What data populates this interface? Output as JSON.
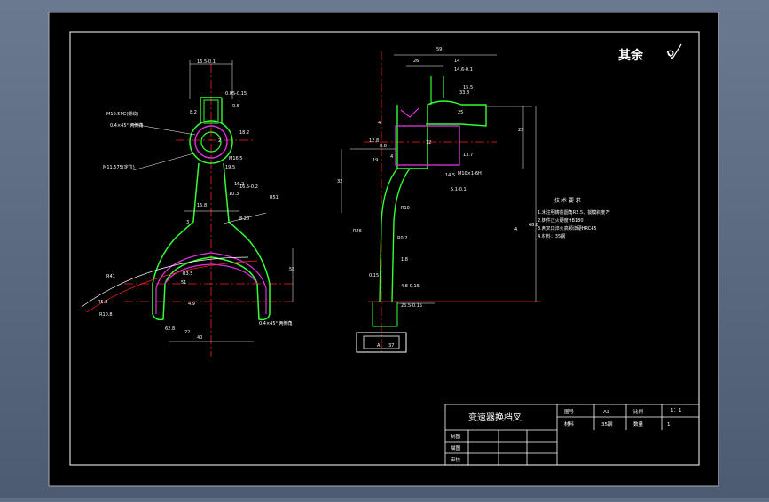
{
  "roughness": {
    "label": "其余",
    "symbol": "√"
  },
  "title_block": {
    "part_name": "变速器换档叉",
    "cells": {
      "drawing_no_label": "图号",
      "drawing_no": "A3",
      "scale_label": "比例",
      "scale": "1：1",
      "material_label": "材料",
      "material": "35钢",
      "qty_label": "数量",
      "qty": "1"
    },
    "sign_rows": [
      "制图",
      "描图",
      "审核"
    ]
  },
  "tech_requirements": {
    "title": "技 术 要 求",
    "items": [
      "1.未注明铸造圆角R2.5、拔模斜度7°",
      "2.铸件正火硬度HB180",
      "3.两叉口淬火高频淬硬HRC45",
      "4.材料：35钢"
    ]
  },
  "dims_left": [
    "16.5-0.1",
    "0.05-0.15",
    "M10.5PG(螺纹)",
    "0.4×45° 两倒角",
    "M11.575(定位)",
    "8.2",
    "0.5",
    "18.2",
    "2",
    "M16.5",
    "19.5",
    "16.2",
    "10.3",
    "16.5-0.2",
    "15.8",
    "3",
    "8.20",
    "R51",
    "R41",
    "R3.5",
    "4.9",
    "R5.8",
    "R10.8",
    "58",
    "22",
    "40",
    "51",
    "62.8",
    "0.4×45° 两倒角"
  ],
  "dims_right": [
    "59",
    "26",
    "14",
    "14.6-0.1",
    "15.5",
    "33.8",
    "25",
    "4",
    "8.8",
    "22",
    "12",
    "4",
    "13.7",
    "32",
    "14.5",
    "M10×1-6H",
    "5.1-0.1",
    "R10",
    "R26",
    "R0.2",
    "1.8",
    "4.8-0.15",
    "25.5-0.15",
    "0.15",
    "A",
    "37",
    "68.8",
    "4",
    "19",
    "12.8"
  ]
}
